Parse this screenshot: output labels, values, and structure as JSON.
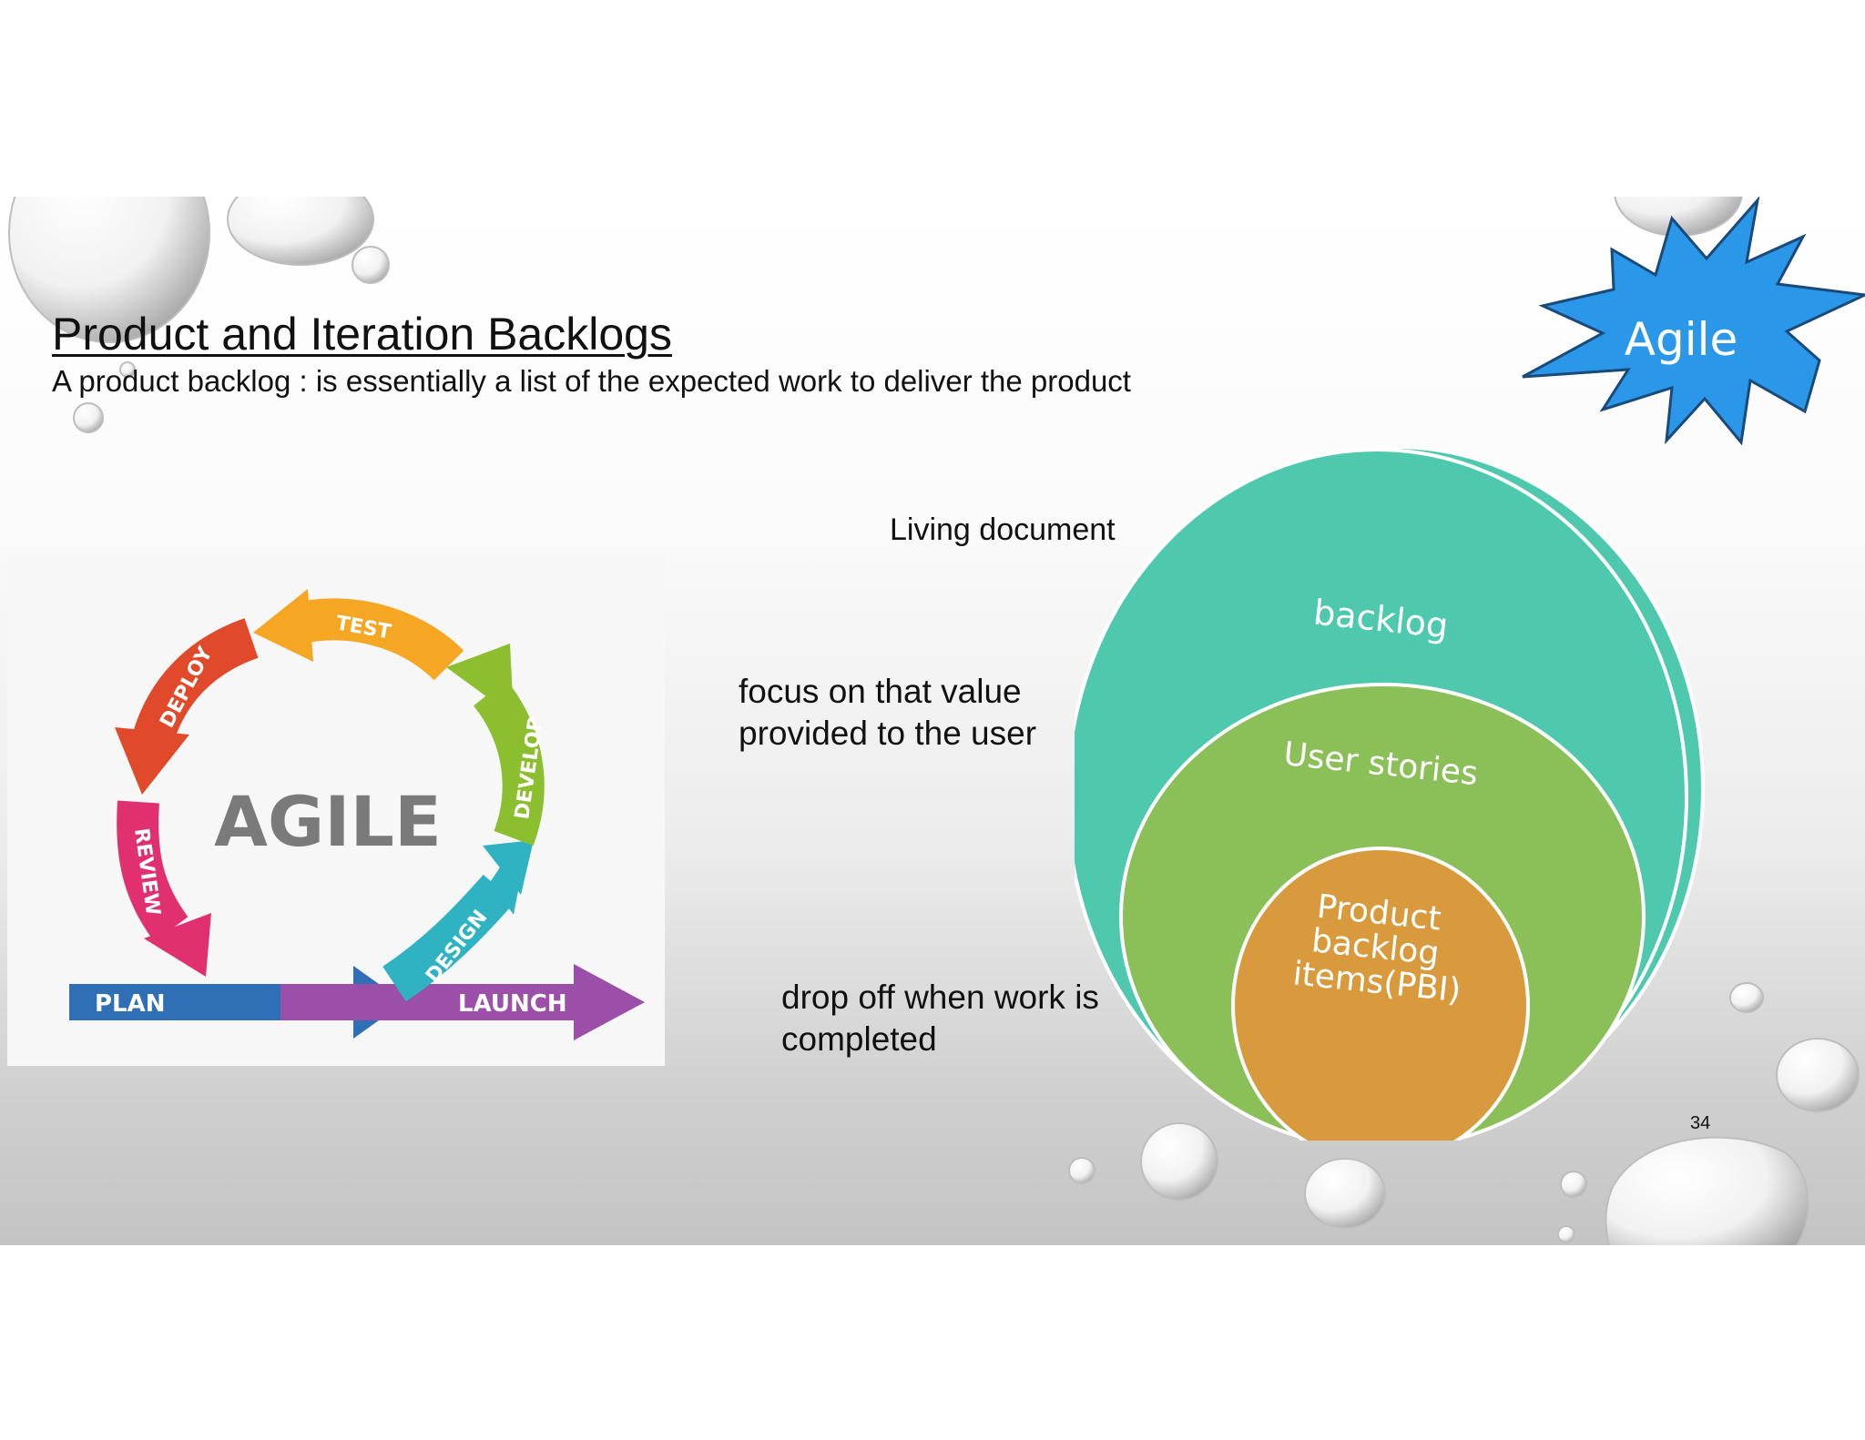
{
  "slide": {
    "title": "Product and Iteration Backlogs",
    "subtitle": "A product backlog : is essentially a list of the expected work to deliver the product",
    "badge": {
      "label": "Agile",
      "color": "#2a97e8"
    },
    "agile_cycle": {
      "center_label": "AGILE",
      "steps": [
        {
          "label": "TEST",
          "color": "#f5a623"
        },
        {
          "label": "DEVELOP",
          "color": "#8bbf2f"
        },
        {
          "label": "DESIGN",
          "color": "#2fb3c2"
        },
        {
          "label": "LAUNCH",
          "color": "#9b4fa8"
        },
        {
          "label": "PLAN",
          "color": "#2f6fb6"
        },
        {
          "label": "REVIEW",
          "color": "#e0306f"
        },
        {
          "label": "DEPLOY",
          "color": "#e04a2b"
        }
      ]
    },
    "notes": {
      "living_document": "Living document",
      "focus_line1": "focus on that value",
      "focus_line2": "provided to the user",
      "drop_line1": "drop off when work is",
      "drop_line2": "completed"
    },
    "nested_diagram": {
      "outer": {
        "label": "backlog",
        "color": "#4ec9ad"
      },
      "middle": {
        "label": "User stories",
        "color": "#8bc058"
      },
      "inner": {
        "lines": [
          "Product",
          "backlog",
          "items(PBI)"
        ],
        "color": "#d89a3c"
      }
    },
    "page_number": "34"
  }
}
